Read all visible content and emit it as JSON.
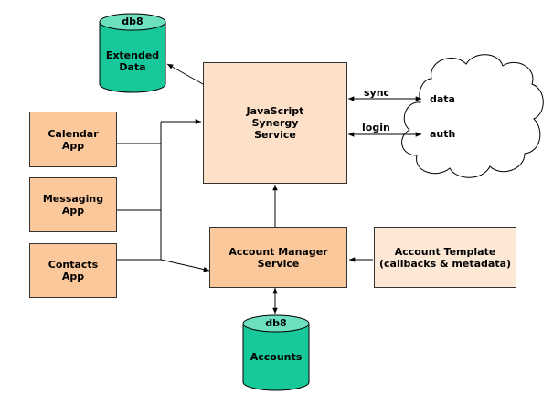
{
  "colors": {
    "app_fill": "#fbc89c",
    "service_fill": "#fde0c8",
    "template_fill": "#fde8d6",
    "db_fill": "#17c99a",
    "db_top": "#6de0c0",
    "line": "#000000"
  },
  "nodes": {
    "extended_data": {
      "tag": "db8",
      "label": "Extended\nData"
    },
    "accounts_db": {
      "tag": "db8",
      "label": "Accounts"
    },
    "calendar_app": "Calendar\nApp",
    "messaging_app": "Messaging\nApp",
    "contacts_app": "Contacts\nApp",
    "synergy_service": "JavaScript\nSynergy\nService",
    "account_manager": "Account Manager\nService",
    "account_template": "Account Template\n(callbacks & metadata)",
    "cloud": {
      "data": "data",
      "auth": "auth"
    }
  },
  "edges": {
    "sync": "sync",
    "login": "login"
  }
}
